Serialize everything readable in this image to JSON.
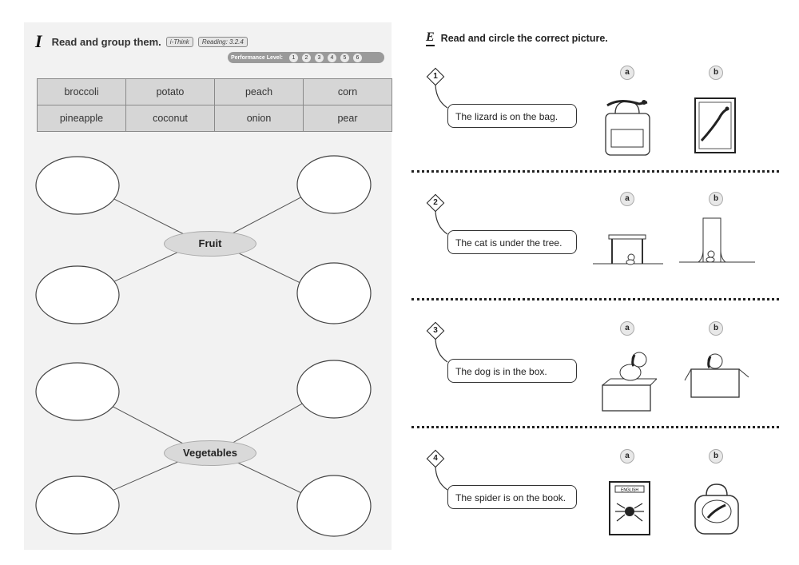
{
  "left": {
    "section_tag": "I",
    "title": "Read and group them.",
    "badge_think": "i-Think",
    "badge_reading": "Reading: 3.2.4",
    "performance_label": "Performance Level:",
    "levels": [
      "1",
      "2",
      "3",
      "4",
      "5",
      "6"
    ],
    "words": [
      [
        "broccoli",
        "potato",
        "peach",
        "corn"
      ],
      [
        "pineapple",
        "coconut",
        "onion",
        "pear"
      ]
    ],
    "center_fruit": "Fruit",
    "center_vegetables": "Vegetables"
  },
  "right": {
    "section_tag": "E",
    "title": "Read and circle the correct picture.",
    "option_a": "a",
    "option_b": "b",
    "items": [
      {
        "num": "1",
        "sentence": "The lizard is on the bag."
      },
      {
        "num": "2",
        "sentence": "The cat is under the tree."
      },
      {
        "num": "3",
        "sentence": "The dog is in the box."
      },
      {
        "num": "4",
        "sentence": "The spider is on the book."
      }
    ],
    "book_label": "ENGLISH"
  }
}
